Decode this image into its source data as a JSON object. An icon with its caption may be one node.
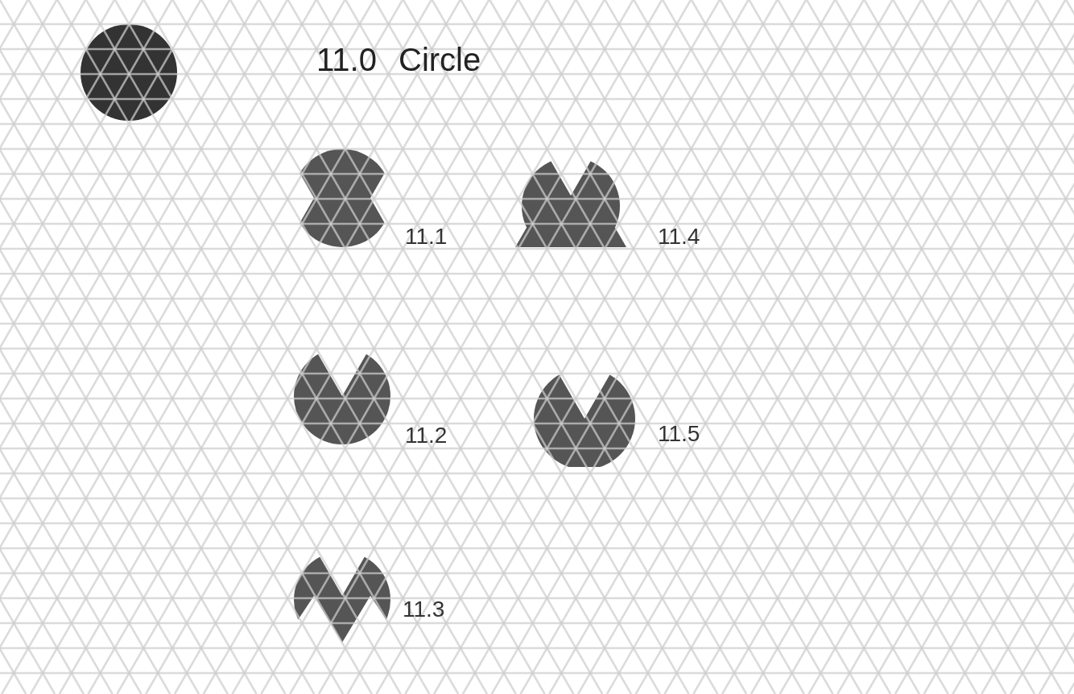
{
  "diagram": {
    "title": "11.0 Circle",
    "nodes": [
      {
        "text": [],
        "shape": "circle"
      },
      {
        "text": [],
        "shape": "cutout",
        "beside": [
          "11.1"
        ]
      },
      {
        "text": [],
        "shape": "cutout",
        "beside": [
          "11.4"
        ]
      },
      {
        "text": [],
        "shape": "cutout",
        "beside": [
          "11.2"
        ]
      },
      {
        "text": [],
        "shape": "cutout",
        "beside": [
          "11.5"
        ]
      },
      {
        "text": [],
        "shape": "cutout",
        "beside": [
          "11.3"
        ]
      }
    ]
  }
}
